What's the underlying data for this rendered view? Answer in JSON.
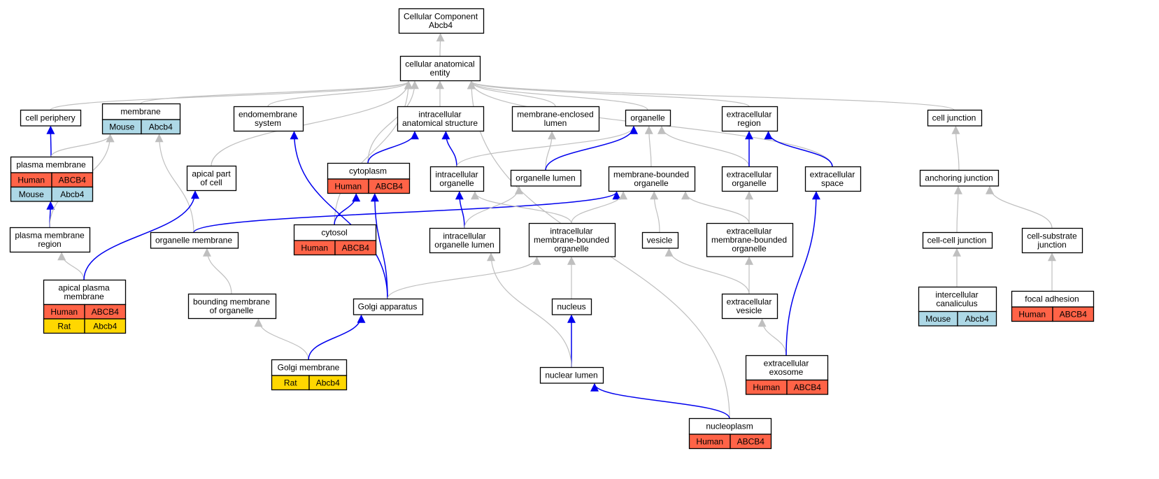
{
  "colors": {
    "human": "#FF6347",
    "mouse": "#ADD8E6",
    "rat": "#FFD700",
    "is_a": "#BFBFBF",
    "part_of": "#0000EE",
    "node_border": "#000000"
  },
  "nodes": [
    {
      "id": "cellular_component",
      "lines": [
        "Cellular Component",
        "Abcb4"
      ],
      "species": []
    },
    {
      "id": "cellular_anatomical_entity",
      "lines": [
        "cellular anatomical",
        "entity"
      ],
      "species": []
    },
    {
      "id": "cell_periphery",
      "lines": [
        "cell periphery"
      ],
      "species": []
    },
    {
      "id": "membrane",
      "lines": [
        "membrane"
      ],
      "species": [
        {
          "label": "Mouse",
          "gene": "Abcb4",
          "color": "mouse"
        }
      ]
    },
    {
      "id": "endomembrane_system",
      "lines": [
        "endomembrane",
        "system"
      ],
      "species": []
    },
    {
      "id": "intracellular_anatomical_structure",
      "lines": [
        "intracellular",
        "anatomical structure"
      ],
      "species": []
    },
    {
      "id": "membrane_enclosed_lumen",
      "lines": [
        "membrane-enclosed",
        "lumen"
      ],
      "species": []
    },
    {
      "id": "organelle",
      "lines": [
        "organelle"
      ],
      "species": []
    },
    {
      "id": "extracellular_region",
      "lines": [
        "extracellular",
        "region"
      ],
      "species": []
    },
    {
      "id": "cell_junction",
      "lines": [
        "cell junction"
      ],
      "species": []
    },
    {
      "id": "plasma_membrane",
      "lines": [
        "plasma membrane"
      ],
      "species": [
        {
          "label": "Human",
          "gene": "ABCB4",
          "color": "human"
        },
        {
          "label": "Mouse",
          "gene": "Abcb4",
          "color": "mouse"
        }
      ]
    },
    {
      "id": "apical_part_of_cell",
      "lines": [
        "apical part",
        "of cell"
      ],
      "species": []
    },
    {
      "id": "cytoplasm",
      "lines": [
        "cytoplasm"
      ],
      "species": [
        {
          "label": "Human",
          "gene": "ABCB4",
          "color": "human"
        }
      ]
    },
    {
      "id": "intracellular_organelle",
      "lines": [
        "intracellular",
        "organelle"
      ],
      "species": []
    },
    {
      "id": "organelle_lumen",
      "lines": [
        "organelle lumen"
      ],
      "species": []
    },
    {
      "id": "membrane_bounded_organelle",
      "lines": [
        "membrane-bounded",
        "organelle"
      ],
      "species": []
    },
    {
      "id": "extracellular_organelle",
      "lines": [
        "extracellular",
        "organelle"
      ],
      "species": []
    },
    {
      "id": "extracellular_space",
      "lines": [
        "extracellular",
        "space"
      ],
      "species": []
    },
    {
      "id": "anchoring_junction",
      "lines": [
        "anchoring junction"
      ],
      "species": []
    },
    {
      "id": "plasma_membrane_region",
      "lines": [
        "plasma membrane",
        "region"
      ],
      "species": []
    },
    {
      "id": "organelle_membrane",
      "lines": [
        "organelle membrane"
      ],
      "species": []
    },
    {
      "id": "cytosol",
      "lines": [
        "cytosol"
      ],
      "species": [
        {
          "label": "Human",
          "gene": "ABCB4",
          "color": "human"
        }
      ]
    },
    {
      "id": "intracellular_organelle_lumen",
      "lines": [
        "intracellular",
        "organelle lumen"
      ],
      "species": []
    },
    {
      "id": "intracellular_membrane_bounded_organelle",
      "lines": [
        "intracellular",
        "membrane-bounded",
        "organelle"
      ],
      "species": []
    },
    {
      "id": "vesicle",
      "lines": [
        "vesicle"
      ],
      "species": []
    },
    {
      "id": "extracellular_membrane_bounded_organelle",
      "lines": [
        "extracellular",
        "membrane-bounded",
        "organelle"
      ],
      "species": []
    },
    {
      "id": "cell_cell_junction",
      "lines": [
        "cell-cell junction"
      ],
      "species": []
    },
    {
      "id": "cell_substrate_junction",
      "lines": [
        "cell-substrate",
        "junction"
      ],
      "species": []
    },
    {
      "id": "apical_plasma_membrane",
      "lines": [
        "apical plasma",
        "membrane"
      ],
      "species": [
        {
          "label": "Human",
          "gene": "ABCB4",
          "color": "human"
        },
        {
          "label": "Rat",
          "gene": "Abcb4",
          "color": "rat"
        }
      ]
    },
    {
      "id": "bounding_membrane_of_organelle",
      "lines": [
        "bounding membrane",
        "of organelle"
      ],
      "species": []
    },
    {
      "id": "golgi_apparatus",
      "lines": [
        "Golgi apparatus"
      ],
      "species": []
    },
    {
      "id": "nucleus",
      "lines": [
        "nucleus"
      ],
      "species": []
    },
    {
      "id": "extracellular_vesicle",
      "lines": [
        "extracellular",
        "vesicle"
      ],
      "species": []
    },
    {
      "id": "intercellular_canaliculus",
      "lines": [
        "intercellular",
        "canaliculus"
      ],
      "species": [
        {
          "label": "Mouse",
          "gene": "Abcb4",
          "color": "mouse"
        }
      ]
    },
    {
      "id": "focal_adhesion",
      "lines": [
        "focal adhesion"
      ],
      "species": [
        {
          "label": "Human",
          "gene": "ABCB4",
          "color": "human"
        }
      ]
    },
    {
      "id": "golgi_membrane",
      "lines": [
        "Golgi membrane"
      ],
      "species": [
        {
          "label": "Rat",
          "gene": "Abcb4",
          "color": "rat"
        }
      ]
    },
    {
      "id": "nuclear_lumen",
      "lines": [
        "nuclear lumen"
      ],
      "species": []
    },
    {
      "id": "extracellular_exosome",
      "lines": [
        "extracellular",
        "exosome"
      ],
      "species": [
        {
          "label": "Human",
          "gene": "ABCB4",
          "color": "human"
        }
      ]
    },
    {
      "id": "nucleoplasm",
      "lines": [
        "nucleoplasm"
      ],
      "species": [
        {
          "label": "Human",
          "gene": "ABCB4",
          "color": "human"
        }
      ]
    }
  ],
  "edges": [
    {
      "from": "cellular_anatomical_entity",
      "to": "cellular_component",
      "type": "is_a"
    },
    {
      "from": "cell_periphery",
      "to": "cellular_anatomical_entity",
      "type": "is_a"
    },
    {
      "from": "membrane",
      "to": "cellular_anatomical_entity",
      "type": "is_a"
    },
    {
      "from": "endomembrane_system",
      "to": "cellular_anatomical_entity",
      "type": "is_a"
    },
    {
      "from": "intracellular_anatomical_structure",
      "to": "cellular_anatomical_entity",
      "type": "is_a"
    },
    {
      "from": "membrane_enclosed_lumen",
      "to": "cellular_anatomical_entity",
      "type": "is_a"
    },
    {
      "from": "organelle",
      "to": "cellular_anatomical_entity",
      "type": "is_a"
    },
    {
      "from": "extracellular_region",
      "to": "cellular_anatomical_entity",
      "type": "is_a"
    },
    {
      "from": "cell_junction",
      "to": "cellular_anatomical_entity",
      "type": "is_a"
    },
    {
      "from": "apical_part_of_cell",
      "to": "cellular_anatomical_entity",
      "type": "is_a"
    },
    {
      "from": "cytoplasm",
      "to": "cellular_anatomical_entity",
      "type": "is_a"
    },
    {
      "from": "cytosol",
      "to": "cellular_anatomical_entity",
      "type": "is_a"
    },
    {
      "from": "extracellular_space",
      "to": "cellular_anatomical_entity",
      "type": "is_a"
    },
    {
      "from": "nucleoplasm",
      "to": "cellular_anatomical_entity",
      "type": "is_a"
    },
    {
      "from": "plasma_membrane",
      "to": "cell_periphery",
      "type": "part_of"
    },
    {
      "from": "plasma_membrane",
      "to": "membrane",
      "type": "is_a"
    },
    {
      "from": "plasma_membrane_region",
      "to": "plasma_membrane",
      "type": "part_of"
    },
    {
      "from": "plasma_membrane_region",
      "to": "membrane",
      "type": "is_a"
    },
    {
      "from": "organelle_membrane",
      "to": "membrane",
      "type": "is_a"
    },
    {
      "from": "organelle_membrane",
      "to": "membrane_bounded_organelle",
      "type": "part_of"
    },
    {
      "from": "apical_plasma_membrane",
      "to": "plasma_membrane_region",
      "type": "is_a"
    },
    {
      "from": "apical_plasma_membrane",
      "to": "apical_part_of_cell",
      "type": "part_of"
    },
    {
      "from": "cytoplasm",
      "to": "intracellular_anatomical_structure",
      "type": "part_of"
    },
    {
      "from": "intracellular_organelle",
      "to": "intracellular_anatomical_structure",
      "type": "part_of"
    },
    {
      "from": "intracellular_organelle",
      "to": "organelle",
      "type": "is_a"
    },
    {
      "from": "organelle_lumen",
      "to": "membrane_enclosed_lumen",
      "type": "is_a"
    },
    {
      "from": "organelle_lumen",
      "to": "organelle",
      "type": "part_of"
    },
    {
      "from": "membrane_bounded_organelle",
      "to": "organelle",
      "type": "is_a"
    },
    {
      "from": "extracellular_organelle",
      "to": "organelle",
      "type": "is_a"
    },
    {
      "from": "extracellular_organelle",
      "to": "extracellular_region",
      "type": "part_of"
    },
    {
      "from": "extracellular_space",
      "to": "extracellular_region",
      "type": "part_of"
    },
    {
      "from": "anchoring_junction",
      "to": "cell_junction",
      "type": "is_a"
    },
    {
      "from": "cytosol",
      "to": "cytoplasm",
      "type": "part_of"
    },
    {
      "from": "intracellular_organelle_lumen",
      "to": "intracellular_organelle",
      "type": "part_of"
    },
    {
      "from": "intracellular_organelle_lumen",
      "to": "organelle_lumen",
      "type": "is_a"
    },
    {
      "from": "intracellular_membrane_bounded_organelle",
      "to": "intracellular_organelle",
      "type": "is_a"
    },
    {
      "from": "intracellular_membrane_bounded_organelle",
      "to": "membrane_bounded_organelle",
      "type": "is_a"
    },
    {
      "from": "vesicle",
      "to": "membrane_bounded_organelle",
      "type": "is_a"
    },
    {
      "from": "extracellular_membrane_bounded_organelle",
      "to": "membrane_bounded_organelle",
      "type": "is_a"
    },
    {
      "from": "extracellular_membrane_bounded_organelle",
      "to": "extracellular_organelle",
      "type": "is_a"
    },
    {
      "from": "cell_cell_junction",
      "to": "anchoring_junction",
      "type": "is_a"
    },
    {
      "from": "cell_substrate_junction",
      "to": "anchoring_junction",
      "type": "is_a"
    },
    {
      "from": "bounding_membrane_of_organelle",
      "to": "organelle_membrane",
      "type": "is_a"
    },
    {
      "from": "golgi_apparatus",
      "to": "endomembrane_system",
      "type": "part_of"
    },
    {
      "from": "golgi_apparatus",
      "to": "cytoplasm",
      "type": "part_of"
    },
    {
      "from": "golgi_apparatus",
      "to": "intracellular_membrane_bounded_organelle",
      "type": "is_a"
    },
    {
      "from": "nucleus",
      "to": "intracellular_membrane_bounded_organelle",
      "type": "is_a"
    },
    {
      "from": "extracellular_vesicle",
      "to": "vesicle",
      "type": "is_a"
    },
    {
      "from": "extracellular_vesicle",
      "to": "extracellular_membrane_bounded_organelle",
      "type": "is_a"
    },
    {
      "from": "intercellular_canaliculus",
      "to": "cell_cell_junction",
      "type": "is_a"
    },
    {
      "from": "focal_adhesion",
      "to": "cell_substrate_junction",
      "type": "is_a"
    },
    {
      "from": "golgi_membrane",
      "to": "bounding_membrane_of_organelle",
      "type": "is_a"
    },
    {
      "from": "golgi_membrane",
      "to": "golgi_apparatus",
      "type": "part_of"
    },
    {
      "from": "nuclear_lumen",
      "to": "nucleus",
      "type": "part_of"
    },
    {
      "from": "nuclear_lumen",
      "to": "intracellular_organelle_lumen",
      "type": "is_a"
    },
    {
      "from": "extracellular_exosome",
      "to": "extracellular_vesicle",
      "type": "is_a"
    },
    {
      "from": "extracellular_exosome",
      "to": "extracellular_space",
      "type": "part_of"
    },
    {
      "from": "nucleoplasm",
      "to": "nuclear_lumen",
      "type": "part_of"
    }
  ]
}
